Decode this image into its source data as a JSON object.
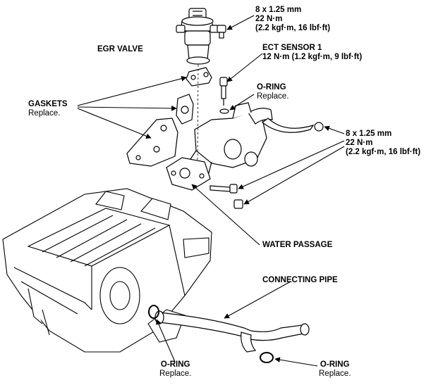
{
  "labels": {
    "egr_valve": {
      "title": "EGR VALVE"
    },
    "bolt_top": {
      "line1": "8 x 1.25 mm",
      "line2": "22 N·m",
      "line3": "(2.2 kgf·m, 16 lbf·ft)"
    },
    "ect_sensor": {
      "title": "ECT SENSOR 1",
      "spec": "12 N·m (1.2 kgf·m, 9 lbf·ft)"
    },
    "oring_top": {
      "title": "O-RING",
      "note": "Replace."
    },
    "gaskets": {
      "title": "GASKETS",
      "note": "Replace."
    },
    "bolt_right": {
      "line1": "8 x 1.25 mm",
      "line2": "22 N·m",
      "line3": "(2.2 kgf·m, 16 lbf·ft)"
    },
    "water_passage": {
      "title": "WATER PASSAGE"
    },
    "connecting_pipe": {
      "title": "CONNECTING PIPE"
    },
    "oring_bottom_left": {
      "title": "O-RING",
      "note": "Replace."
    },
    "oring_bottom_right": {
      "title": "O-RING",
      "note": "Replace."
    }
  },
  "colors": {
    "ink": "#000000",
    "paper": "#ffffff"
  }
}
